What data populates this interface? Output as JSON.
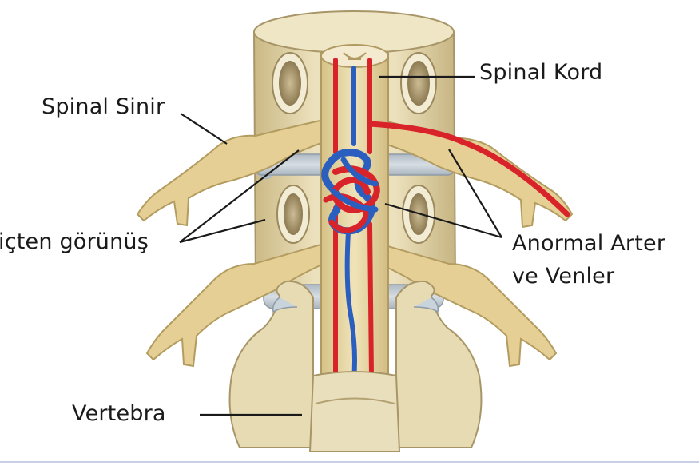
{
  "labels": {
    "spinal_kord": "Spinal Kord",
    "spinal_sinir": "Spinal Sinir",
    "icten_gorunus": "içten görünüş",
    "anormal_line1": "Anormal Arter",
    "anormal_line2": "ve Venler",
    "vertebra": "Vertebra"
  },
  "colors": {
    "bone": "#e9ddb4",
    "bone_shadow": "#cdbd8c",
    "bone_dark": "#a89668",
    "nerve": "#e6cf94",
    "disc": "#c3ccd3",
    "artery": "#d8232a",
    "vein": "#2a5fbf",
    "leader": "#1a1a1a"
  }
}
